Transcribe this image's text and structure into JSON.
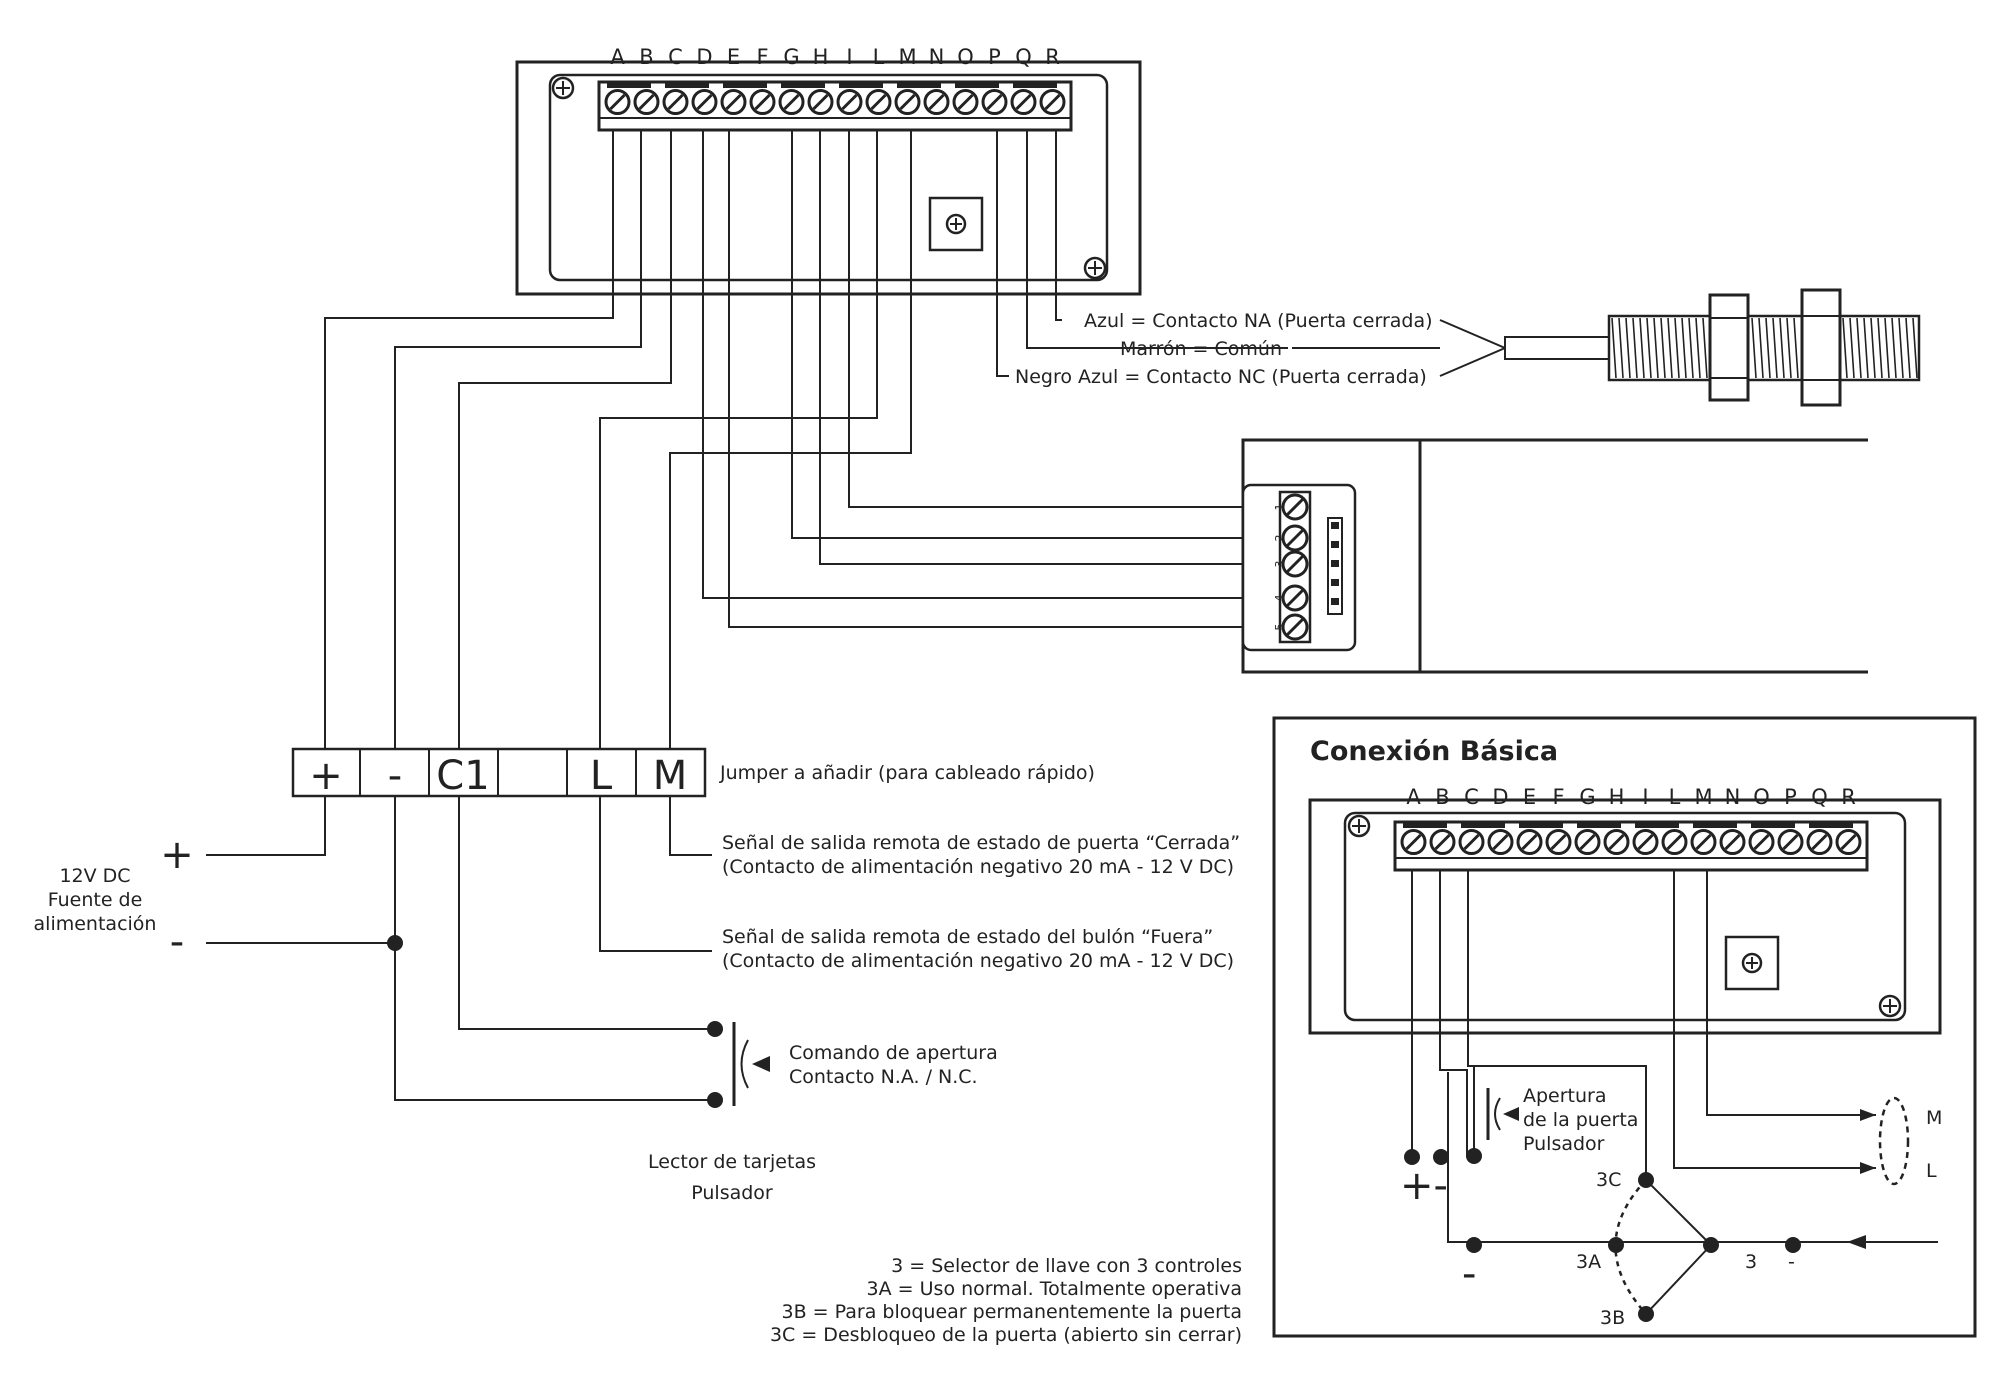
{
  "terminal_letters": [
    "A",
    "B",
    "C",
    "D",
    "E",
    "F",
    "G",
    "H",
    "I",
    "L",
    "M",
    "N",
    "O",
    "P",
    "Q",
    "R"
  ],
  "sensor": {
    "blue": "Azul = Contacto NA (Puerta cerrada)",
    "brown": "Marrón = Común",
    "black": "Negro Azul = Contacto NC (Puerta cerrada)"
  },
  "lock_pins": [
    "1",
    "2",
    "3",
    "4",
    "5"
  ],
  "strip": {
    "plus": "+",
    "minus": "-",
    "c1": "C1",
    "l": "L",
    "m": "M",
    "jumper": "Jumper a añadir (para cableado rápido)"
  },
  "power": {
    "plus": "+",
    "minus": "-",
    "line1": "12V DC",
    "line2": "Fuente de",
    "line3": "alimentación"
  },
  "signals": {
    "closed_line1": "Señal de salida remota de estado de puerta “Cerrada”",
    "closed_line2": "(Contacto de alimentación negativo 20 mA - 12 V DC)",
    "bolt_line1": "Señal de salida remota de estado del bulón “Fuera”",
    "bolt_line2": "(Contacto de alimentación negativo 20 mA - 12 V DC)"
  },
  "command": {
    "line1": "Comando de apertura",
    "line2": "Contacto N.A. / N.C."
  },
  "reader": {
    "line1": "Lector de tarjetas",
    "line2": "Pulsador"
  },
  "legend": {
    "l1": "3 = Selector de llave con 3 controles",
    "l2": "3A = Uso normal. Totalmente operativa",
    "l3": "3B = Para bloquear permanentemente la puerta",
    "l4": "3C = Desbloqueo de la puerta (abierto sin cerrar)"
  },
  "basic": {
    "title": "Conexión Básica",
    "button_l1": "Apertura",
    "button_l2": "de la puerta",
    "button_l3": "Pulsador",
    "plus_minus": "+-",
    "minus": "-",
    "m": "M",
    "l": "L",
    "k3c": "3C",
    "k3a": "3A",
    "k3b": "3B",
    "k3": "3",
    "kminus": "-"
  }
}
